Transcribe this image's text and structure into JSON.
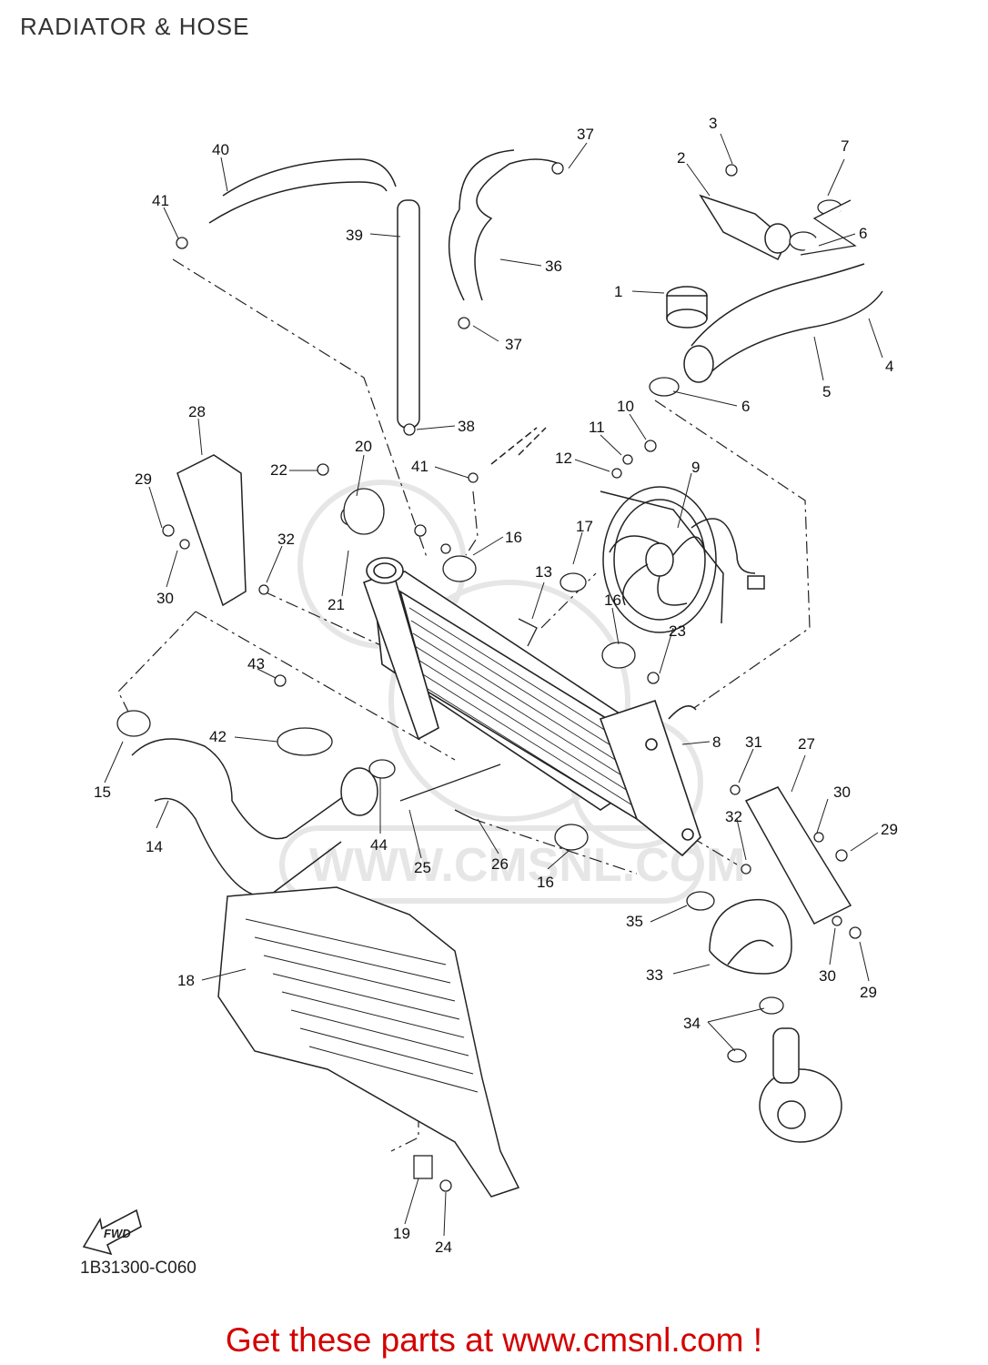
{
  "title": "RADIATOR & HOSE",
  "drawing_code": "1B31300-C060",
  "cta": "Get these parts at www.cmsnl.com !",
  "watermark": "WWW.CMSNL.COM",
  "fwd_label": "FWD",
  "callouts": [
    {
      "id": "c1",
      "text": "1"
    },
    {
      "id": "c2",
      "text": "2"
    },
    {
      "id": "c3",
      "text": "3"
    },
    {
      "id": "c4",
      "text": "4"
    },
    {
      "id": "c5",
      "text": "5"
    },
    {
      "id": "c6a",
      "text": "6"
    },
    {
      "id": "c6b",
      "text": "6"
    },
    {
      "id": "c7",
      "text": "7"
    },
    {
      "id": "c8",
      "text": "8"
    },
    {
      "id": "c9",
      "text": "9"
    },
    {
      "id": "c10",
      "text": "10"
    },
    {
      "id": "c11",
      "text": "11"
    },
    {
      "id": "c12",
      "text": "12"
    },
    {
      "id": "c13",
      "text": "13"
    },
    {
      "id": "c14",
      "text": "14"
    },
    {
      "id": "c15",
      "text": "15"
    },
    {
      "id": "c16a",
      "text": "16"
    },
    {
      "id": "c16b",
      "text": "16"
    },
    {
      "id": "c16c",
      "text": "16"
    },
    {
      "id": "c17",
      "text": "17"
    },
    {
      "id": "c18",
      "text": "18"
    },
    {
      "id": "c19",
      "text": "19"
    },
    {
      "id": "c20",
      "text": "20"
    },
    {
      "id": "c21",
      "text": "21"
    },
    {
      "id": "c22",
      "text": "22"
    },
    {
      "id": "c23",
      "text": "23"
    },
    {
      "id": "c24",
      "text": "24"
    },
    {
      "id": "c25",
      "text": "25"
    },
    {
      "id": "c26",
      "text": "26"
    },
    {
      "id": "c27",
      "text": "27"
    },
    {
      "id": "c28",
      "text": "28"
    },
    {
      "id": "c29a",
      "text": "29"
    },
    {
      "id": "c29b",
      "text": "29"
    },
    {
      "id": "c29c",
      "text": "29"
    },
    {
      "id": "c30a",
      "text": "30"
    },
    {
      "id": "c30b",
      "text": "30"
    },
    {
      "id": "c30c",
      "text": "30"
    },
    {
      "id": "c31",
      "text": "31"
    },
    {
      "id": "c32a",
      "text": "32"
    },
    {
      "id": "c32b",
      "text": "32"
    },
    {
      "id": "c33",
      "text": "33"
    },
    {
      "id": "c34",
      "text": "34"
    },
    {
      "id": "c35",
      "text": "35"
    },
    {
      "id": "c36",
      "text": "36"
    },
    {
      "id": "c37a",
      "text": "37"
    },
    {
      "id": "c37b",
      "text": "37"
    },
    {
      "id": "c38",
      "text": "38"
    },
    {
      "id": "c39",
      "text": "39"
    },
    {
      "id": "c40",
      "text": "40"
    },
    {
      "id": "c41a",
      "text": "41"
    },
    {
      "id": "c41b",
      "text": "41"
    },
    {
      "id": "c42",
      "text": "42"
    },
    {
      "id": "c43",
      "text": "43"
    },
    {
      "id": "c44",
      "text": "44"
    }
  ]
}
